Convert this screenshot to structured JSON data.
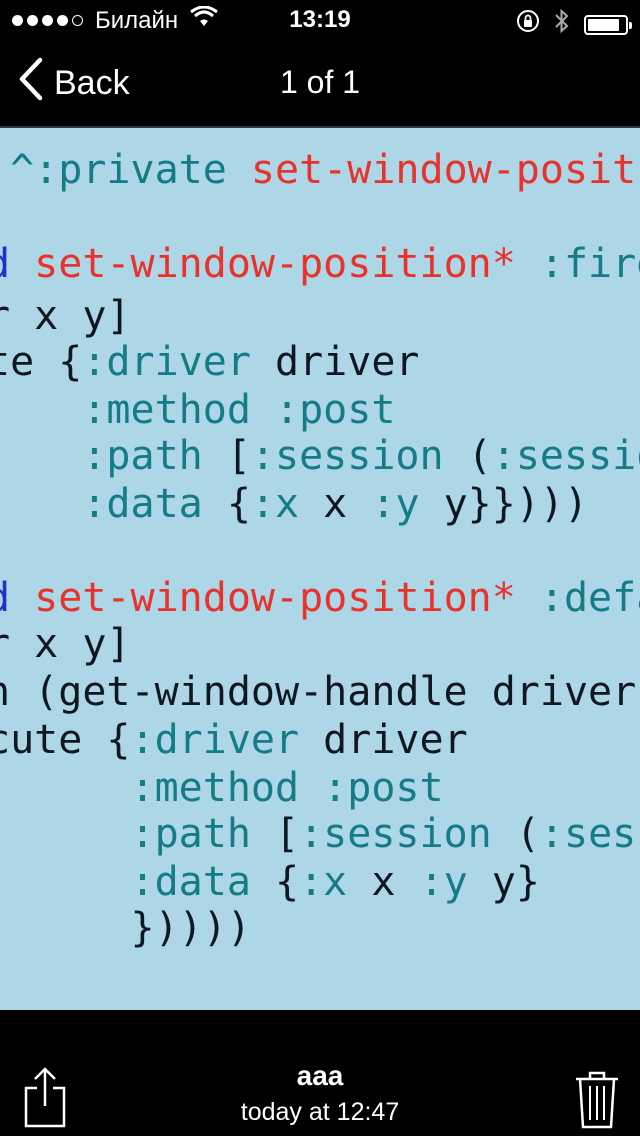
{
  "status_bar": {
    "carrier": "Билайн",
    "time": "13:19",
    "signal_filled": 4,
    "signal_total": 5,
    "battery_level": 0.85
  },
  "nav": {
    "back_label": "Back",
    "title": "1 of 1"
  },
  "photo": {
    "code_lines": [
      [
        {
          "t": " ^:private ",
          "c": "teal"
        },
        {
          "t": "set-window-posit",
          "c": "red"
        }
      ],
      [
        {
          "t": "d ",
          "c": "blue"
        },
        {
          "t": "set-window-position*",
          "c": "red"
        },
        {
          "t": " :fire",
          "c": "teal"
        }
      ],
      [
        {
          "t": "r x y]",
          "c": "default"
        }
      ],
      [
        {
          "t": "te {",
          "c": "default"
        },
        {
          "t": ":driver",
          "c": "teal"
        },
        {
          "t": " driver",
          "c": "default"
        }
      ],
      [
        {
          "t": "    ",
          "c": "default"
        },
        {
          "t": ":method :post",
          "c": "teal"
        }
      ],
      [
        {
          "t": "    ",
          "c": "default"
        },
        {
          "t": ":path",
          "c": "teal"
        },
        {
          "t": " [",
          "c": "default"
        },
        {
          "t": ":session",
          "c": "teal"
        },
        {
          "t": " (",
          "c": "default"
        },
        {
          "t": ":sessio",
          "c": "teal"
        }
      ],
      [
        {
          "t": "    ",
          "c": "default"
        },
        {
          "t": ":data",
          "c": "teal"
        },
        {
          "t": " {",
          "c": "default"
        },
        {
          "t": ":x",
          "c": "teal"
        },
        {
          "t": " x ",
          "c": "default"
        },
        {
          "t": ":y",
          "c": "teal"
        },
        {
          "t": " y}})))",
          "c": "default"
        }
      ],
      [
        {
          "t": "d ",
          "c": "blue"
        },
        {
          "t": "set-window-position*",
          "c": "red"
        },
        {
          "t": " :defa",
          "c": "teal"
        }
      ],
      [
        {
          "t": "r x y]",
          "c": "default"
        }
      ],
      [
        {
          "t": "h (get-window-handle driver",
          "c": "default"
        }
      ],
      [
        {
          "t": "cute {",
          "c": "default"
        },
        {
          "t": ":driver",
          "c": "teal"
        },
        {
          "t": " driver",
          "c": "default"
        }
      ],
      [
        {
          "t": "      ",
          "c": "default"
        },
        {
          "t": ":method :post",
          "c": "teal"
        }
      ],
      [
        {
          "t": "      ",
          "c": "default"
        },
        {
          "t": ":path",
          "c": "teal"
        },
        {
          "t": " [",
          "c": "default"
        },
        {
          "t": ":session",
          "c": "teal"
        },
        {
          "t": " (",
          "c": "default"
        },
        {
          "t": ":sess",
          "c": "teal"
        }
      ],
      [
        {
          "t": "      ",
          "c": "default"
        },
        {
          "t": ":data",
          "c": "teal"
        },
        {
          "t": " {",
          "c": "default"
        },
        {
          "t": ":x",
          "c": "teal"
        },
        {
          "t": " x ",
          "c": "default"
        },
        {
          "t": ":y",
          "c": "teal"
        },
        {
          "t": " y}",
          "c": "default"
        }
      ],
      [
        {
          "t": "      })))) ",
          "c": "default"
        }
      ]
    ]
  },
  "toolbar": {
    "name": "aaa",
    "date": "today at 12:47"
  },
  "icons": {
    "share": "share-icon",
    "trash": "trash-icon",
    "back": "chevron-left-icon",
    "wifi": "wifi-icon",
    "lock": "rotation-lock-icon",
    "bluetooth": "bluetooth-icon",
    "battery": "battery-icon"
  },
  "colors": {
    "photo_background": "#add6e6",
    "code_red": "#e8322c",
    "code_teal": "#157b86",
    "code_blue": "#2430c8",
    "code_default": "#0f1820"
  }
}
